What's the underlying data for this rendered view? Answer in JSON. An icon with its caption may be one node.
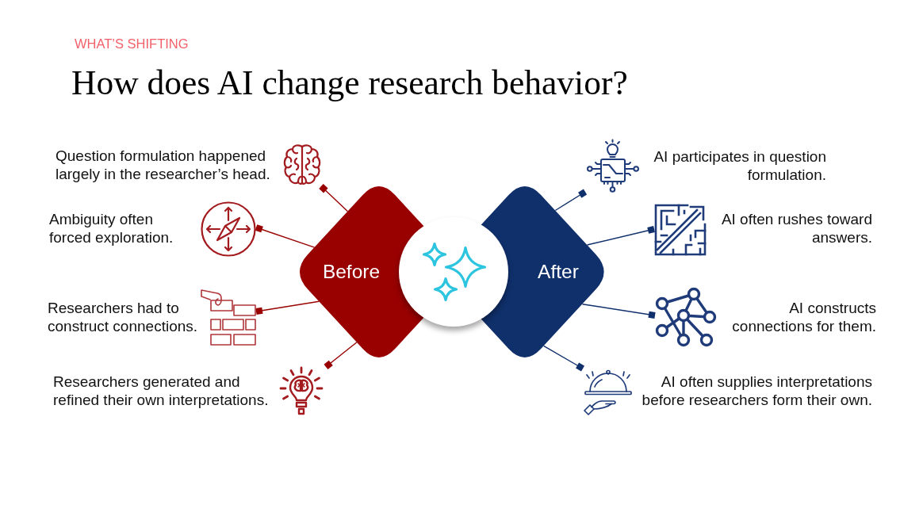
{
  "diagram": {
    "title": "How does AI change research behavior?",
    "nodes": [
      {
        "text": [
          "Before"
        ]
      },
      {
        "text": [],
        "shape": "circle"
      },
      {
        "text": [
          "After"
        ]
      },
      {
        "text": [],
        "shape": "picture",
        "beside": [
          "Question formulation happened largely in the researcher’s head."
        ]
      },
      {
        "text": [],
        "shape": "picture",
        "beside": [
          "Ambiguity often forced exploration."
        ]
      },
      {
        "text": [],
        "shape": "picture",
        "beside": [
          "Researchers had to construct connections."
        ]
      },
      {
        "text": [],
        "shape": "picture",
        "beside": [
          "Researchers generated and refined their own interpretations."
        ]
      },
      {
        "text": [],
        "shape": "picture",
        "beside": [
          "AI participates in question formulation."
        ]
      },
      {
        "text": [],
        "shape": "picture",
        "beside": [
          "AI often rushes toward answers."
        ]
      },
      {
        "text": [],
        "shape": "picture",
        "beside": [
          "AI constructs connections for them."
        ]
      },
      {
        "text": [],
        "shape": "picture",
        "beside": [
          "AI often supplies interpretations before researchers form their own."
        ]
      }
    ],
    "edges": [
      {
        "from": 0,
        "to": 3,
        "arrow": "other",
        "color": "#990000"
      },
      {
        "from": 0,
        "to": 4,
        "arrow": "other",
        "color": "#990000"
      },
      {
        "from": 0,
        "to": 5,
        "arrow": "other",
        "color": "#990000"
      },
      {
        "from": 0,
        "to": 6,
        "arrow": "other",
        "color": "#990000"
      },
      {
        "from": 2,
        "to": 7,
        "arrow": "other",
        "color": "#10306c"
      },
      {
        "from": 2,
        "to": 8,
        "arrow": "other",
        "color": "#10306c"
      },
      {
        "from": 2,
        "to": 9,
        "arrow": "other",
        "color": "#10306c"
      },
      {
        "from": 2,
        "to": 10,
        "arrow": "other",
        "color": "#10306c"
      }
    ],
    "labels": [
      "WHAT’S SHIFTING"
    ]
  }
}
